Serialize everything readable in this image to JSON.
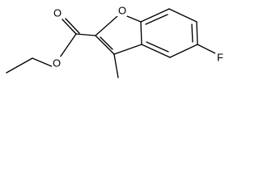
{
  "molecule": {
    "atoms": {
      "carbonyl_oxygen": "O",
      "ester_oxygen": "O",
      "ring_oxygen": "O",
      "fluorine": "F"
    },
    "colors": {
      "ink": "#000000",
      "background": "#ffffff"
    }
  }
}
